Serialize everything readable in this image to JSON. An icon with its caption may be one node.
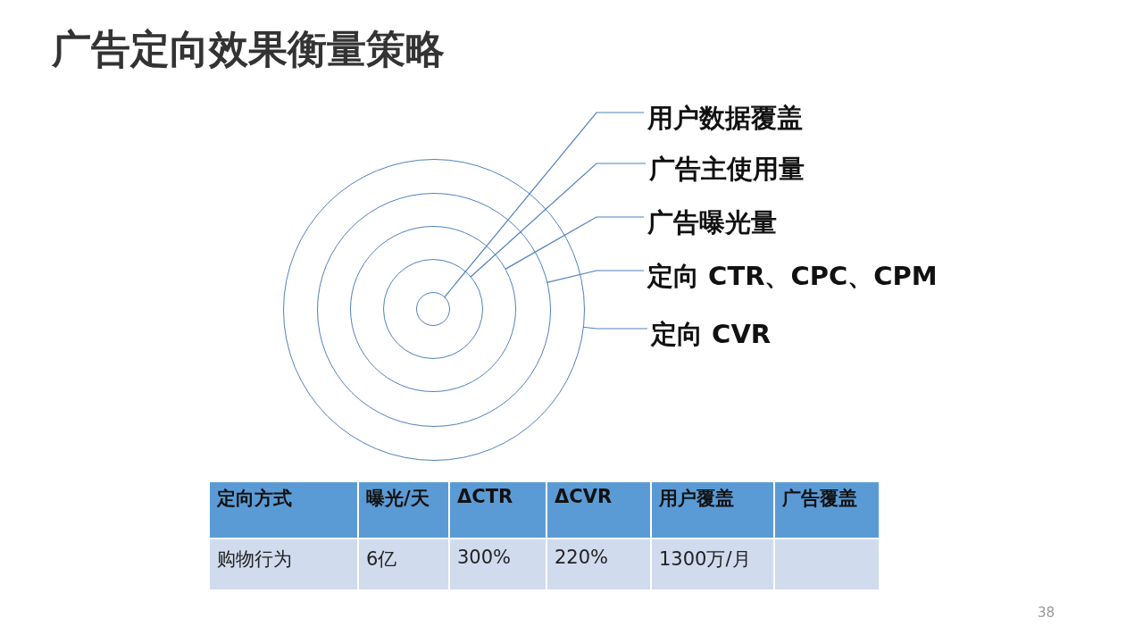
{
  "diagram": {
    "title": "广告定向效果衡量策略",
    "nodes": [
      {
        "text": [],
        "shape": "circle"
      },
      {
        "text": [],
        "shape": "circle",
        "in": 0
      },
      {
        "text": [],
        "shape": "circle",
        "in": 1
      },
      {
        "text": [],
        "shape": "circle",
        "in": 2
      },
      {
        "text": [],
        "shape": "circle",
        "in": 3
      },
      {
        "text": [
          "用户数据覆盖"
        ]
      },
      {
        "text": [
          "广告主使用量"
        ]
      },
      {
        "text": [
          "广告曝光量"
        ]
      },
      {
        "text": [
          "定向 CTR、CPC、CPM"
        ]
      },
      {
        "text": [
          "定向 CVR"
        ]
      }
    ],
    "edges": [
      {
        "from": 5,
        "to": 4,
        "arrow": "none"
      },
      {
        "from": 6,
        "to": 3,
        "arrow": "none"
      },
      {
        "from": 7,
        "to": 2,
        "arrow": "none"
      },
      {
        "from": 8,
        "to": 1,
        "arrow": "none"
      },
      {
        "from": 9,
        "to": 0,
        "arrow": "none"
      }
    ],
    "labels": [
      "定向方式",
      "曝光/天",
      "ΔCTR",
      "ΔCVR",
      "用户覆盖",
      "广告覆盖",
      "购物行为",
      "6亿",
      "300%",
      "220%",
      "1300万/月",
      "38"
    ]
  }
}
